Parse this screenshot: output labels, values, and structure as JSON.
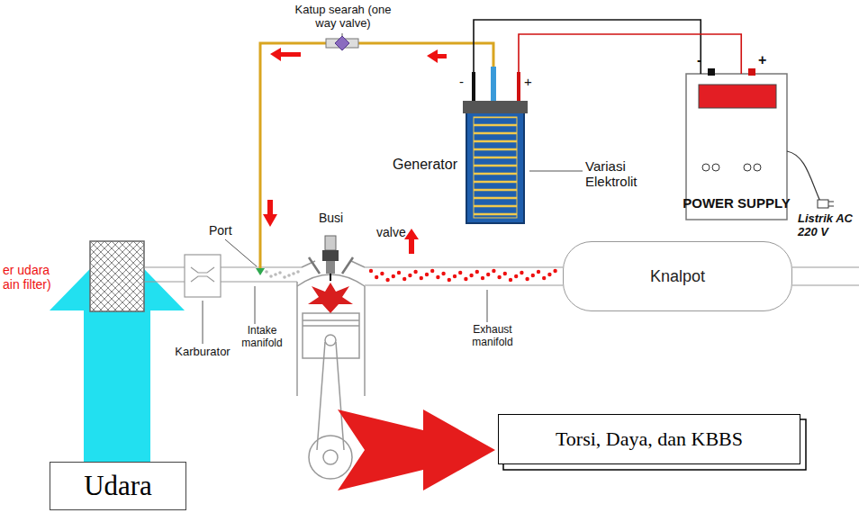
{
  "diagram": {
    "nodes": [
      {
        "text": [
          "Generator"
        ]
      },
      {
        "text": [
          "POWER SUPPLY"
        ]
      },
      {
        "text": [
          "Knalpot"
        ]
      },
      {
        "text": [
          "Torsi, Daya, dan KBBS"
        ]
      },
      {
        "text": [
          "Udara"
        ]
      }
    ],
    "edges": [
      {
        "from": 0,
        "to": 1,
        "arrow": "none"
      },
      {
        "from": 0,
        "to": 1,
        "arrow": "none"
      }
    ],
    "labels": [
      "Katup searah (one way valve)",
      "-",
      "+",
      "Variasi Elektrolit",
      "-",
      "+",
      "Listrik AC 220 V",
      "Busi",
      "Port",
      "valve",
      "er udara ain filter)",
      "Karburator",
      "Intake manifold",
      "Exhaust manifold"
    ]
  }
}
